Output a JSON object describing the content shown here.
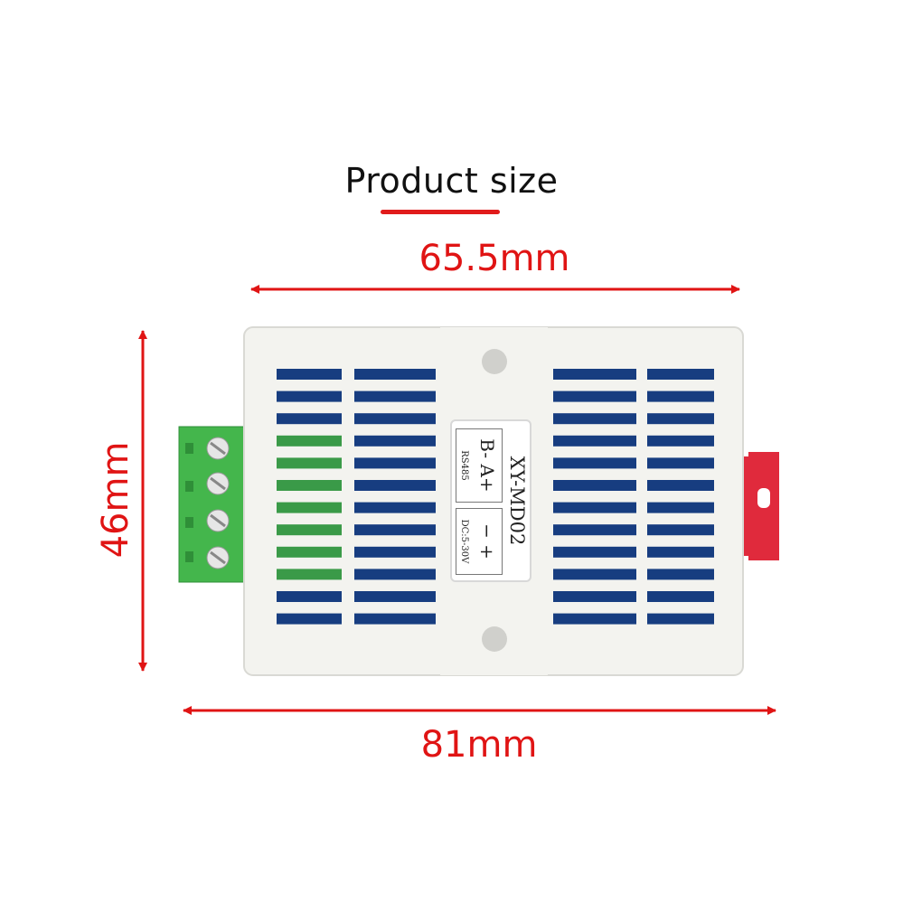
{
  "title": "Product size",
  "dimensions": {
    "width_inner": "65.5mm",
    "width_outer": "81mm",
    "height": "46mm"
  },
  "device": {
    "model": "XY-MD02",
    "rs485_pins": "B-  A+",
    "rs485_label": "RS485",
    "power_pins": "−  +",
    "power_label": "DC:5-30V"
  },
  "colors": {
    "dimension": "#e01414",
    "enclosure": "#f3f3ef",
    "terminal_block": "#3fb84a",
    "pcb": "#173d80",
    "mount_clip": "#e02a3c"
  }
}
